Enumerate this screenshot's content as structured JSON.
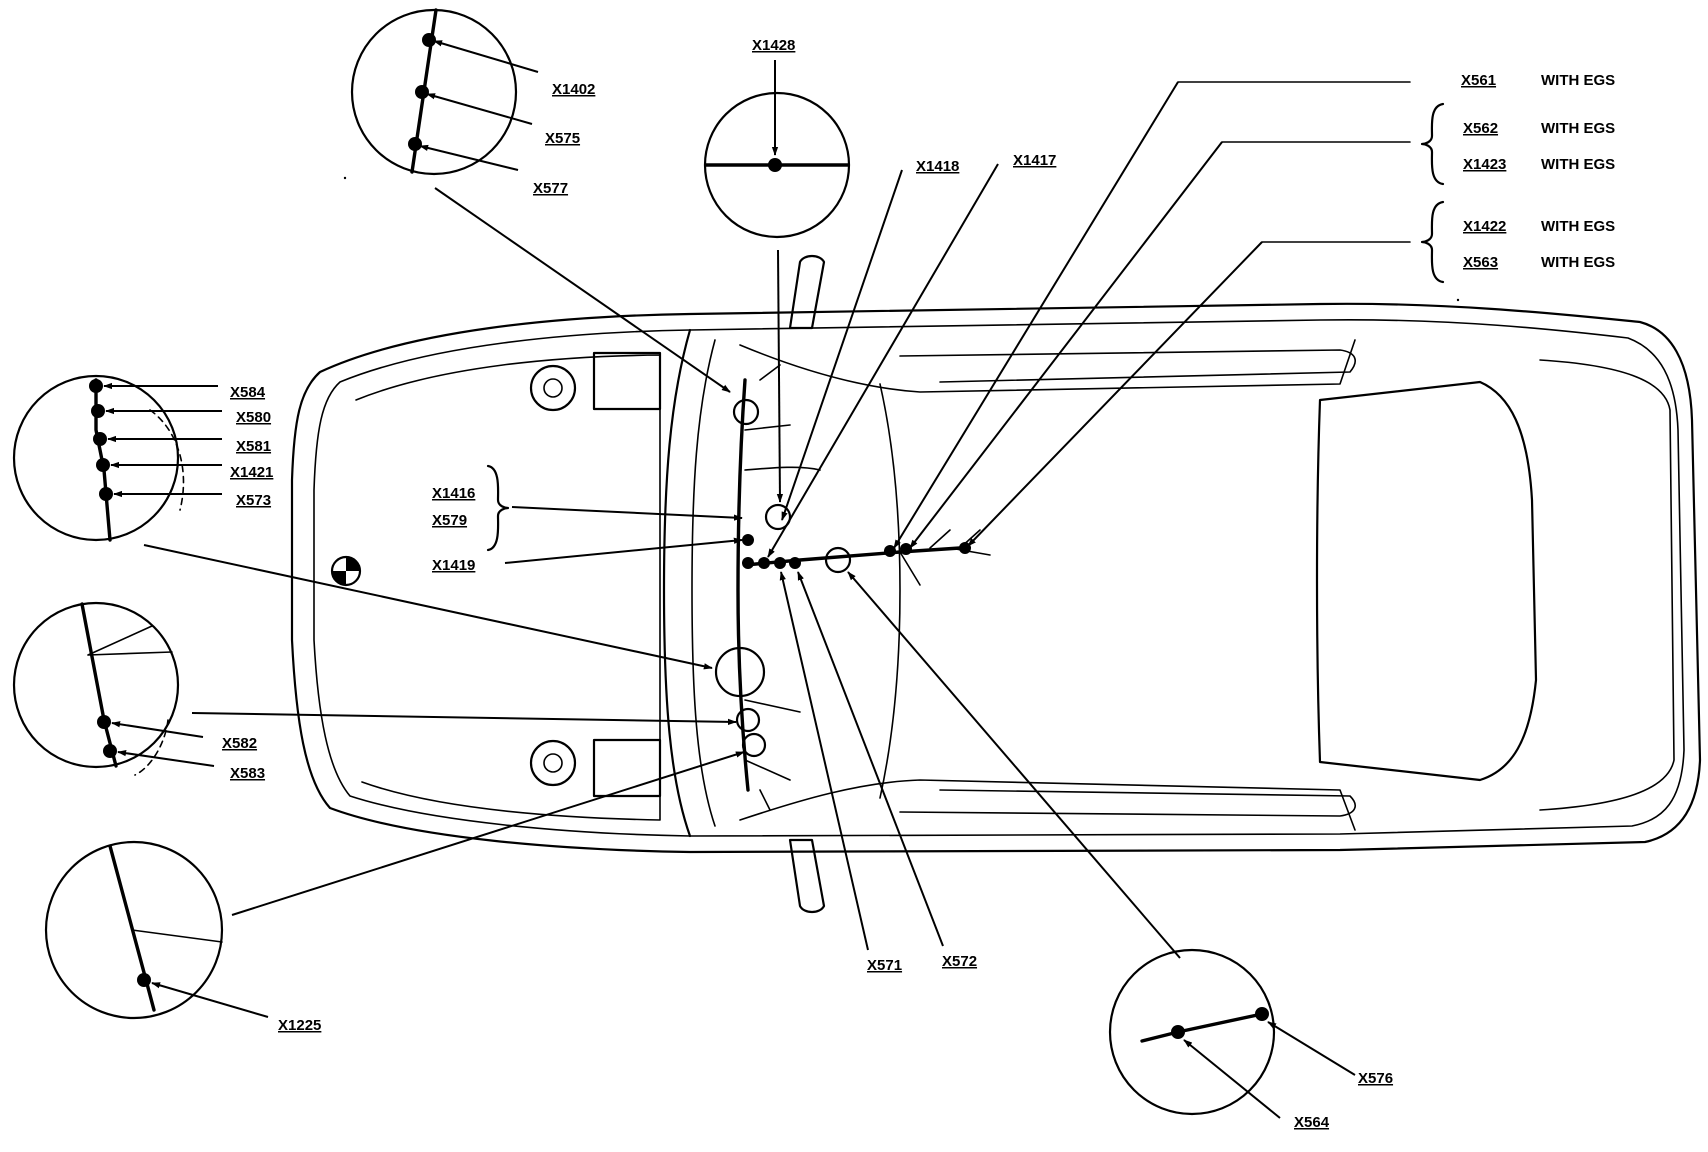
{
  "connectors": {
    "x1402": "X1402",
    "x575": "X575",
    "x577": "X577",
    "x1428": "X1428",
    "x1418": "X1418",
    "x1417": "X1417",
    "x561": "X561",
    "x562_top": "X562",
    "x1423": "X1423",
    "x1422": "X1422",
    "x563": "X563",
    "x584": "X584",
    "x580": "X580",
    "x581": "X581",
    "x1421": "X1421",
    "x573": "X573",
    "x1416": "X1416",
    "x579": "X579",
    "x1419": "X1419",
    "x582": "X582",
    "x583": "X583",
    "x1225": "X1225",
    "x571": "X571",
    "x572": "X572",
    "x576": "X576",
    "x564": "X564"
  },
  "notes": {
    "x561": "WITH EGS",
    "x562": "WITH EGS",
    "x1423": "WITH EGS",
    "x1422": "WITH EGS",
    "x563": "WITH EGS"
  }
}
